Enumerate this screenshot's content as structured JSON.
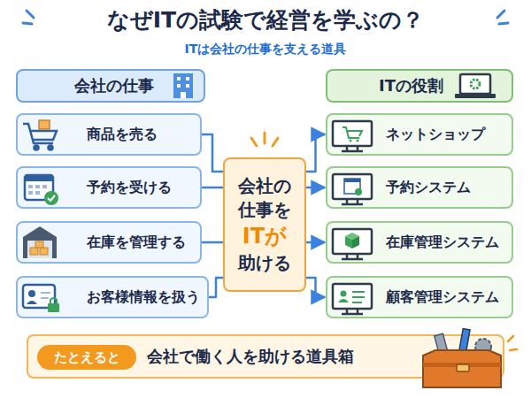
{
  "diagram": {
    "title": "なぜITの試験で経営を学ぶの？",
    "nodes": [
      {
        "text": [
          "会社の仕事"
        ]
      },
      {
        "text": [
          "ITの役割"
        ]
      },
      {
        "text": [
          "商品を売る"
        ]
      },
      {
        "text": [
          "予約を受ける"
        ]
      },
      {
        "text": [
          "在庫を管理する"
        ]
      },
      {
        "text": [
          "お客様情報を扱う"
        ]
      },
      {
        "text": [
          "会社の 仕事を",
          "ITが",
          "助ける"
        ]
      },
      {
        "text": [
          "ネットショップ"
        ]
      },
      {
        "text": [
          "予約システム"
        ]
      },
      {
        "text": [
          "在庫管理システム"
        ]
      },
      {
        "text": [
          "顧客管理システム"
        ]
      },
      {
        "text": [
          "会社で働く人を助ける道具箱"
        ]
      },
      {
        "text": [
          "たとえると"
        ],
        "in": 11
      }
    ],
    "edges": [
      {
        "from": 2,
        "to": 6,
        "arrow": "none"
      },
      {
        "from": 3,
        "to": 6,
        "arrow": "none"
      },
      {
        "from": 4,
        "to": 6,
        "arrow": "none"
      },
      {
        "from": 5,
        "to": 6,
        "arrow": "none"
      },
      {
        "from": 6,
        "to": 7,
        "arrow": "to"
      },
      {
        "from": 6,
        "to": 8,
        "arrow": "to"
      },
      {
        "from": 6,
        "to": 9,
        "arrow": "to"
      },
      {
        "from": 6,
        "to": 10,
        "arrow": "to"
      }
    ],
    "labels": [
      "ITは会社の仕事を支える道具"
    ]
  }
}
